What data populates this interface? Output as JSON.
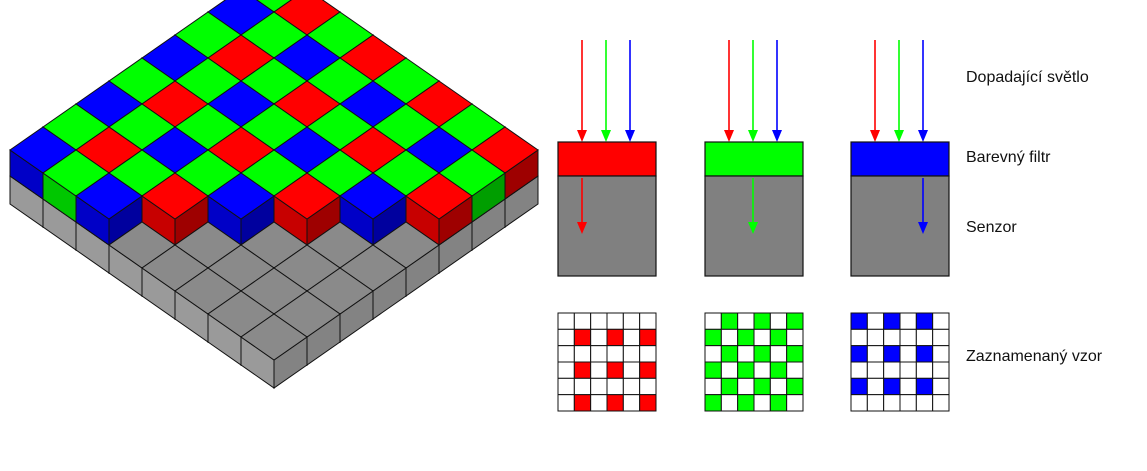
{
  "labels": {
    "incident_light": "Dopadající světlo",
    "color_filter": "Barevný filtr",
    "sensor": "Senzor",
    "recorded_pattern": "Zaznamenaný vzor"
  },
  "colors": {
    "red": "#ff0000",
    "green": "#00ff00",
    "blue": "#0000ff",
    "sensor_gray": "#808080",
    "gray_top": "#8a8a8a",
    "gray_side": "#9a9a9a",
    "outline": "#111111",
    "white": "#ffffff"
  },
  "bayer_pattern": {
    "even_row": [
      "green",
      "red"
    ],
    "odd_row": [
      "blue",
      "green"
    ]
  },
  "channels": [
    {
      "name": "red",
      "filter_color": "red",
      "pattern_color": "red"
    },
    {
      "name": "green",
      "filter_color": "green",
      "pattern_color": "green"
    },
    {
      "name": "blue",
      "filter_color": "blue",
      "pattern_color": "blue"
    }
  ]
}
